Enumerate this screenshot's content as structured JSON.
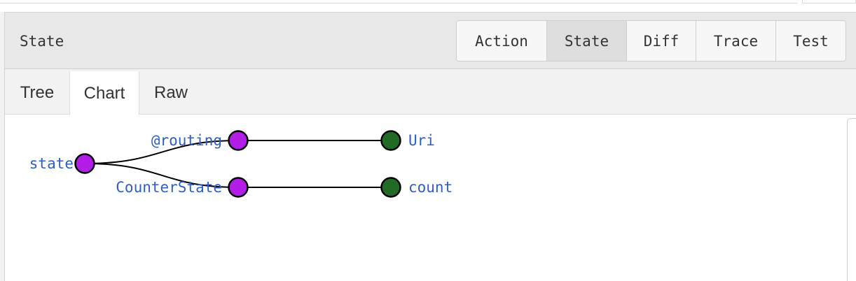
{
  "header": {
    "title": "State"
  },
  "mode_tabs": [
    {
      "label": "Action",
      "active": false
    },
    {
      "label": "State",
      "active": true
    },
    {
      "label": "Diff",
      "active": false
    },
    {
      "label": "Trace",
      "active": false
    },
    {
      "label": "Test",
      "active": false
    }
  ],
  "sub_tabs": [
    {
      "label": "Tree",
      "active": false
    },
    {
      "label": "Chart",
      "active": true
    },
    {
      "label": "Raw",
      "active": false
    }
  ],
  "tree": {
    "root": "state",
    "branches": [
      {
        "label": "@routing",
        "child": "Uri"
      },
      {
        "label": "CounterState",
        "child": "count"
      }
    ]
  },
  "colors": {
    "branch_node": "#b21ee6",
    "leaf_node": "#226b26",
    "label": "#2f5fc4",
    "link": "#000000"
  }
}
